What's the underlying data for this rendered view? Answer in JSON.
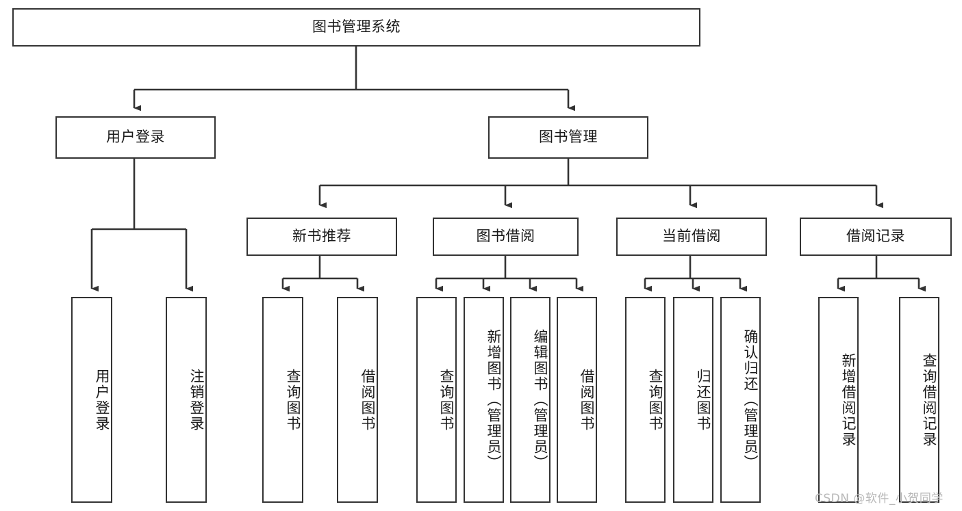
{
  "diagram": {
    "title": "图书管理系统",
    "type": "hierarchy-tree",
    "orientation": "top-down",
    "line_color": "#333333",
    "box_fill": "#ffffff",
    "text_color": "#1a1a1a",
    "watermark": "CSDN @软件_小贺同学"
  },
  "nodes": {
    "root": {
      "label": "图书管理系统"
    },
    "level2": [
      {
        "id": "user-login",
        "label": "用户登录"
      },
      {
        "id": "book-management",
        "label": "图书管理"
      }
    ],
    "level3": [
      {
        "id": "new-book-recommend",
        "label": "新书推荐"
      },
      {
        "id": "book-borrow",
        "label": "图书借阅"
      },
      {
        "id": "current-borrow",
        "label": "当前借阅"
      },
      {
        "id": "borrow-record",
        "label": "借阅记录"
      }
    ],
    "leaves": {
      "user-login": [
        {
          "id": "leaf-user-login",
          "label": "用户登录"
        },
        {
          "id": "leaf-user-logout",
          "label": "注销登录"
        }
      ],
      "new-book-recommend": [
        {
          "id": "leaf-query-book-1",
          "label": "查询图书"
        },
        {
          "id": "leaf-borrow-book-1",
          "label": "借阅图书"
        }
      ],
      "book-borrow": [
        {
          "id": "leaf-query-book-2",
          "label": "查询图书"
        },
        {
          "id": "leaf-add-book-admin",
          "label": "新增图书（管理员）"
        },
        {
          "id": "leaf-edit-book-admin",
          "label": "编辑图书（管理员）"
        },
        {
          "id": "leaf-borrow-book-2",
          "label": "借阅图书"
        }
      ],
      "current-borrow": [
        {
          "id": "leaf-query-book-3",
          "label": "查询图书"
        },
        {
          "id": "leaf-return-book",
          "label": "归还图书"
        },
        {
          "id": "leaf-confirm-return-admin",
          "label": "确认归还（管理员）"
        }
      ],
      "borrow-record": [
        {
          "id": "leaf-add-borrow-record",
          "label": "新增借阅记录"
        },
        {
          "id": "leaf-query-borrow-record",
          "label": "查询借阅记录"
        }
      ]
    }
  }
}
